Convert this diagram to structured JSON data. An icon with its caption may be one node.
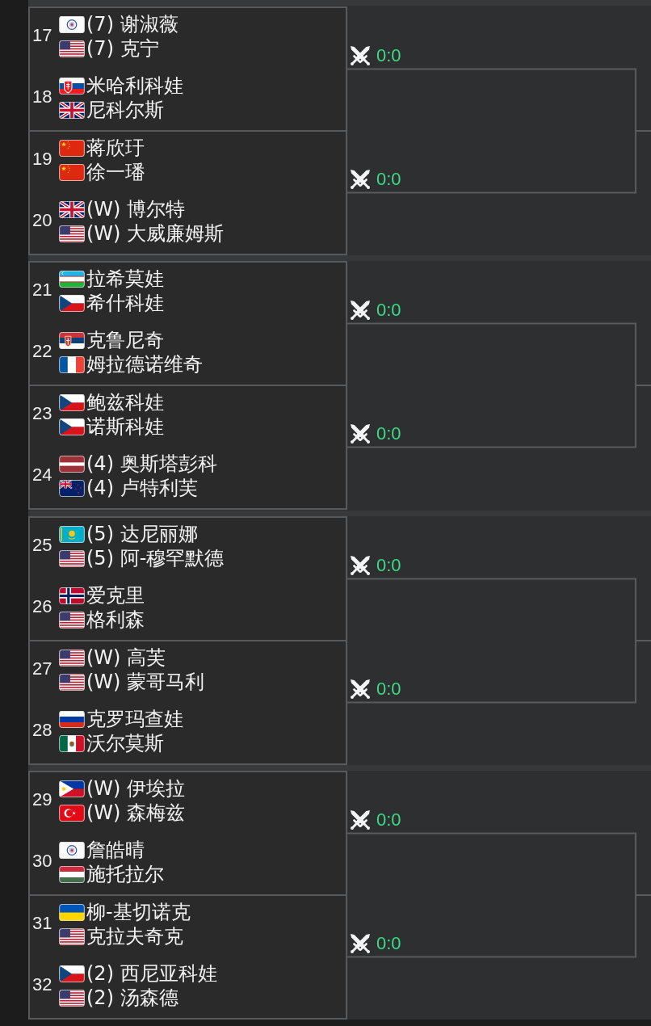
{
  "diagram": {
    "nodes": [
      {
        "text": [
          "17",
          "(7) 谢淑薇",
          "(7) 克宁",
          "18",
          "米哈利科娃",
          "尼科尔斯"
        ]
      },
      {
        "text": [
          "19",
          "蒋欣玗",
          "徐一璠",
          "20",
          "(W) 博尔特",
          "(W) 大威廉姆斯"
        ]
      },
      {
        "text": [
          "21",
          "拉希莫娃",
          "希什科娃",
          "22",
          "克鲁尼奇",
          "姆拉德诺维奇"
        ]
      },
      {
        "text": [
          "23",
          "鲍兹科娃",
          "诺斯科娃",
          "24",
          "(4) 奥斯塔彭科",
          "(4) 卢特利芙"
        ]
      },
      {
        "text": [
          "25",
          "(5) 达尼丽娜",
          "(5) 阿-穆罕默德",
          "26",
          "爱克里",
          "格利森"
        ]
      },
      {
        "text": [
          "27",
          "(W) 高芙",
          "(W) 蒙哥马利",
          "28",
          "克罗玛查娃",
          "沃尔莫斯"
        ]
      },
      {
        "text": [
          "29",
          "(W) 伊埃拉",
          "(W) 森梅兹",
          "30",
          "詹皓晴",
          "施托拉尔"
        ]
      },
      {
        "text": [
          "31",
          "柳-基切诺克",
          "克拉夫奇克",
          "32",
          "(2) 西尼亚科娃",
          "(2) 汤森德"
        ]
      }
    ],
    "edges": [
      {
        "from": 0,
        "to": null,
        "arrow": "none",
        "label": "0:0"
      },
      {
        "from": 1,
        "to": null,
        "arrow": "none",
        "label": "0:0"
      },
      {
        "from": 2,
        "to": null,
        "arrow": "none",
        "label": "0:0"
      },
      {
        "from": 3,
        "to": null,
        "arrow": "none",
        "label": "0:0"
      },
      {
        "from": 4,
        "to": null,
        "arrow": "none",
        "label": "0:0"
      },
      {
        "from": 5,
        "to": null,
        "arrow": "none",
        "label": "0:0"
      },
      {
        "from": 6,
        "to": null,
        "arrow": "none",
        "label": "0:0"
      },
      {
        "from": 7,
        "to": null,
        "arrow": "none",
        "label": "0:0"
      }
    ]
  }
}
